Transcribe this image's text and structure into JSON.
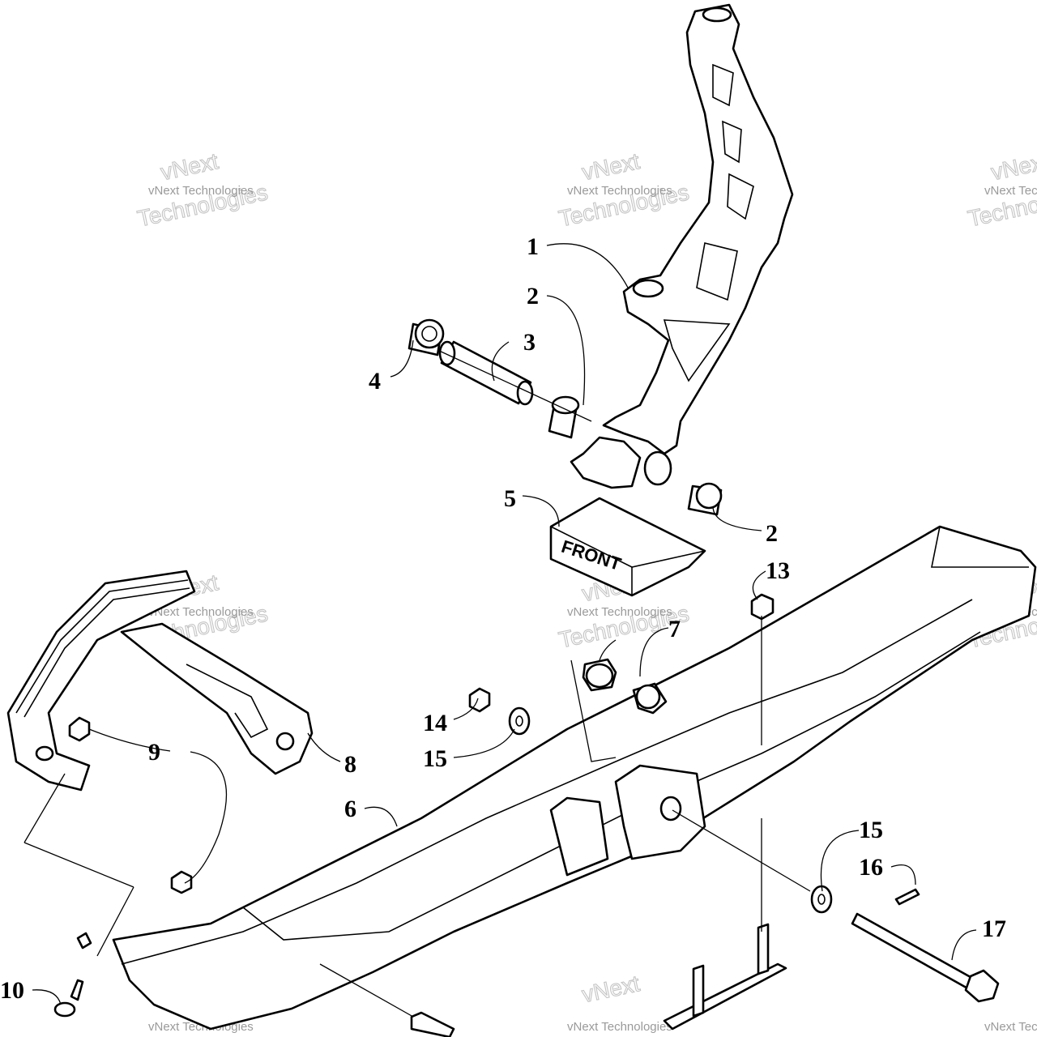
{
  "watermark": {
    "company": "vNext Technologies",
    "word_top": "vNext",
    "word_bottom": "Technologies"
  },
  "part_labels": {
    "front_mark": "FRONT"
  },
  "callouts": [
    {
      "id": "1",
      "label": "1"
    },
    {
      "id": "2a",
      "label": "2"
    },
    {
      "id": "2b",
      "label": "2"
    },
    {
      "id": "3",
      "label": "3"
    },
    {
      "id": "4",
      "label": "4"
    },
    {
      "id": "5",
      "label": "5"
    },
    {
      "id": "6",
      "label": "6"
    },
    {
      "id": "7",
      "label": "7"
    },
    {
      "id": "8",
      "label": "8"
    },
    {
      "id": "9",
      "label": "9"
    },
    {
      "id": "10",
      "label": "10"
    },
    {
      "id": "13",
      "label": "13"
    },
    {
      "id": "14",
      "label": "14"
    },
    {
      "id": "15a",
      "label": "15"
    },
    {
      "id": "15b",
      "label": "15"
    },
    {
      "id": "16",
      "label": "16"
    },
    {
      "id": "17",
      "label": "17"
    }
  ]
}
